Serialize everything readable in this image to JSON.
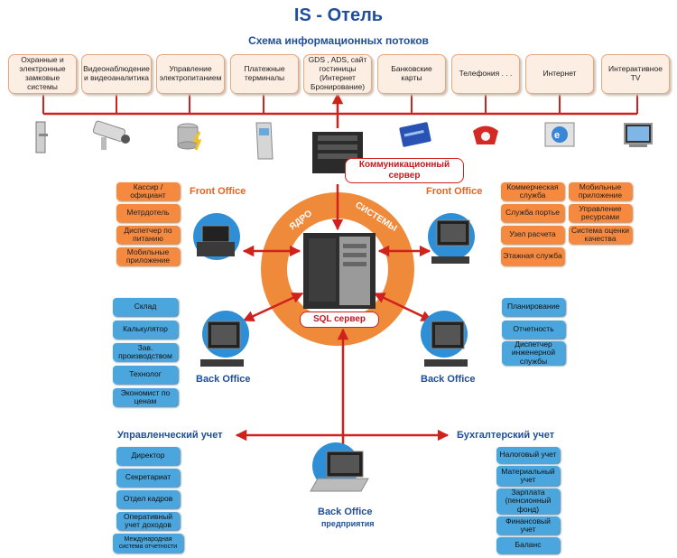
{
  "title": "IS - Отель",
  "subtitle": "Схема информационных потоков",
  "top_boxes": [
    "Охранные и электронные замковые системы",
    "Видеонаблюдение и видеоаналитика",
    "Управление электропитанием",
    "Платежные терминалы",
    "GDS , ADS, сайт гостиницы (Интернет Бронирование)",
    "Банковские карты",
    "Телефония . . .",
    "Интернет",
    "Интерактивное TV"
  ],
  "top_icons": [
    "door-lock-icon",
    "cctv-camera-icon",
    "power-supply-icon",
    "payment-terminal-icon",
    "bank-card-icon",
    "telephone-icon",
    "internet-icon",
    "tv-icon"
  ],
  "comm_server": "Коммуникационный сервер",
  "sql_server": "SQL сервер",
  "core_label_left": "ЯДРО",
  "core_label_right": "СИСТЕМЫ",
  "front_office_left": {
    "label": "Front Office",
    "items": [
      "Кассир / официант",
      "Метрдотель",
      "Диспетчер по питанию",
      "Мобильные приложение"
    ]
  },
  "front_office_right": {
    "label": "Front Office",
    "items_col1": [
      "Коммерческая служба",
      "Служба портье",
      "Узел расчета",
      "Этажная служба"
    ],
    "items_col2": [
      "Мобильные приложение",
      "Управление ресурсами",
      "Система оценки качества"
    ]
  },
  "back_office_left": {
    "label": "Back Office",
    "items": [
      "Склад",
      "Калькулятор",
      "Зав. производством",
      "Технолог",
      "Экономист по ценам"
    ]
  },
  "back_office_right": {
    "label": "Back Office",
    "items": [
      "Планирование",
      "Отчетность",
      "Диспетчер инженерной службы"
    ]
  },
  "management": {
    "label": "Управленческий учет",
    "items": [
      "Директор",
      "Секретариат",
      "Отдел кадров",
      "Оперативный учет доходов",
      "Международная система отчетности"
    ]
  },
  "accounting": {
    "label": "Бухгалтерский учет",
    "items": [
      "Налоговый учет",
      "Материальный учет",
      "Зарплата (пенсионный фонд)",
      "Финансовый учет",
      "Баланс"
    ]
  },
  "back_office_enterprise": {
    "label": "Back Office",
    "sub": "предприятия"
  },
  "colors": {
    "accent_red": "#d0221c",
    "orange": "#f5893f",
    "blue": "#4aa6dd",
    "title_blue": "#1f4e9a"
  }
}
